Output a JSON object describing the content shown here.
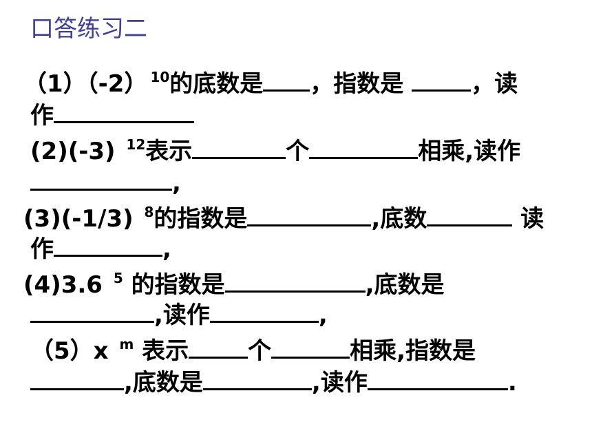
{
  "title": "口答练习二",
  "q1": {
    "prefix": "（1）（-2）",
    "sup": "10",
    "t1": "的底数是",
    "t2": "，指数是 ",
    "t3": "，读",
    "t4": "作"
  },
  "q2": {
    "prefix": "(2)(-3) ",
    "sup": "12",
    "t1": "表示",
    "t2": "个",
    "t3": "相乘,读作",
    "t4": ","
  },
  "q3": {
    "prefix": "(3)(-1/3) ",
    "sup": "8",
    "t1": "的指数是",
    "t2": ",底数",
    "t3": " 读",
    "t4": "作",
    "t5": ","
  },
  "q4": {
    "prefix": "(4)3.6 ",
    "sup": "5",
    "t1": " 的指数是",
    "t2": ",底数是",
    "t3": ",读作",
    "t4": ","
  },
  "q5": {
    "prefix": "（5）x ",
    "sup": "m",
    "t1": " 表示",
    "t2": "个",
    "t3": "相乘,指数是",
    "t4": ",底数是",
    "t5": ",读作",
    "t6": "."
  }
}
